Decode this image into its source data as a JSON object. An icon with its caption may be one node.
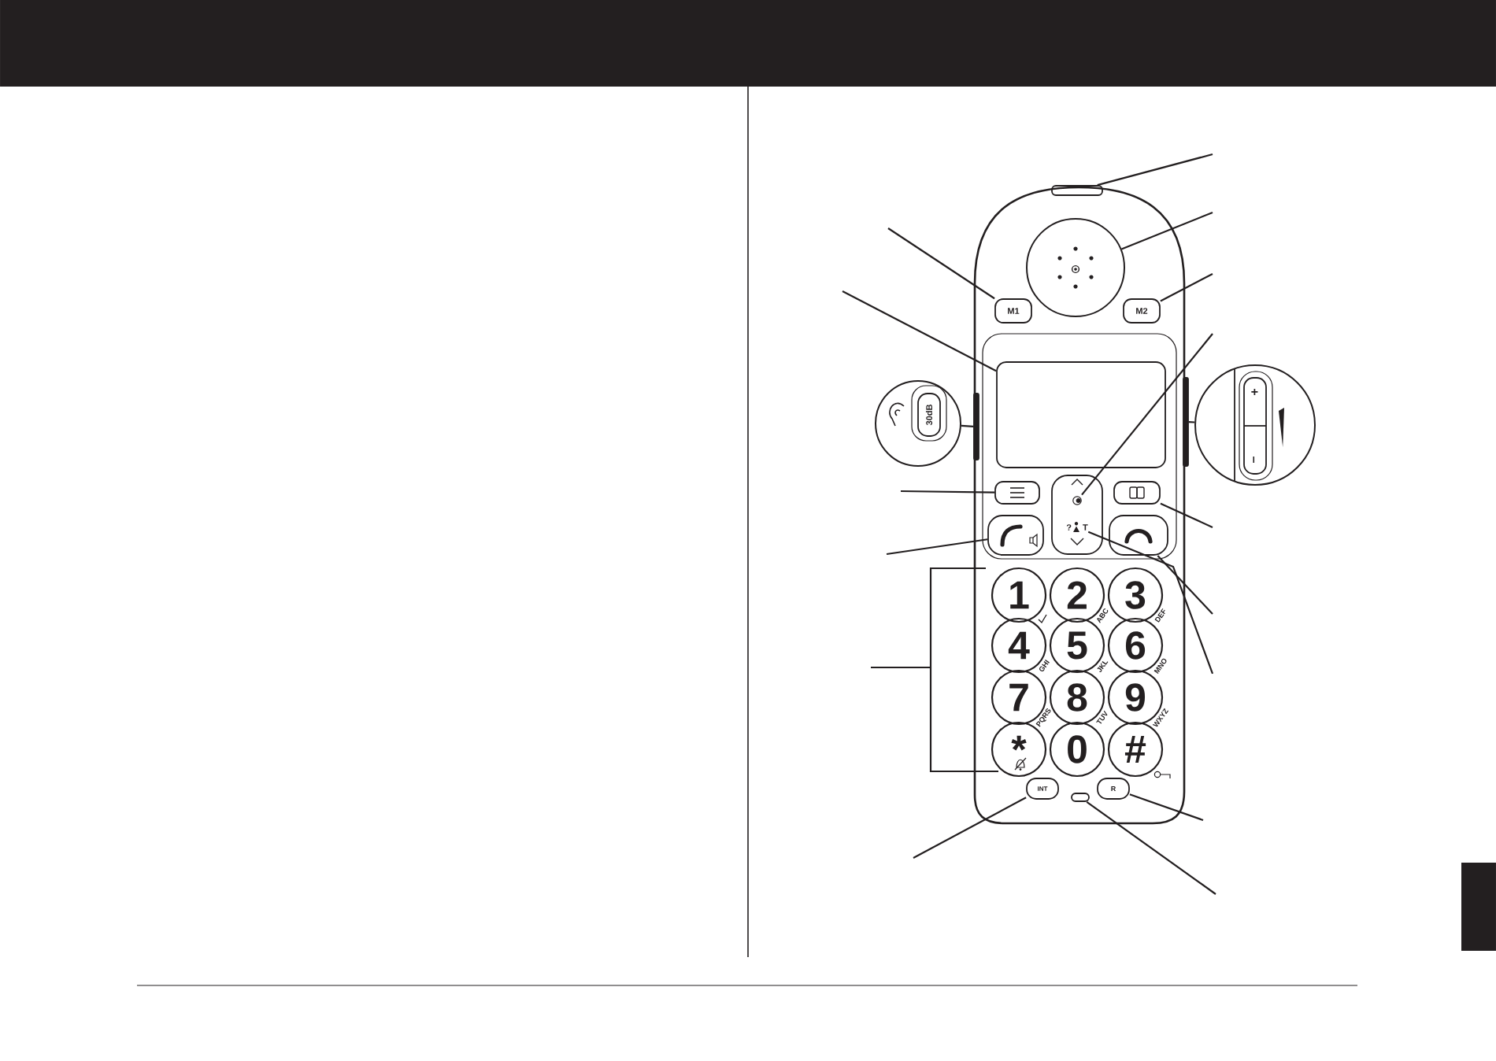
{
  "diagram": {
    "nodes": [
      {
        "text": [],
        "shape": "bar"
      },
      {
        "text": [],
        "shape": "circle"
      },
      {
        "text": [
          "M1"
        ]
      },
      {
        "text": [
          "M2"
        ]
      },
      {
        "text": [],
        "shape": "box"
      },
      {
        "text": [],
        "shape": "circle"
      },
      {
        "text": [
          "30dB"
        ],
        "in": 5
      },
      {
        "text": [],
        "shape": "bar"
      },
      {
        "text": [],
        "shape": "circle"
      },
      {
        "text": [
          "+",
          "–"
        ],
        "in": 8
      },
      {
        "text": [],
        "shape": "bar"
      },
      {
        "text": [],
        "shape": "box"
      },
      {
        "text": [],
        "shape": "box"
      },
      {
        "text": [],
        "shape": "picture",
        "in": 12
      },
      {
        "text": [
          "?",
          "T"
        ],
        "in": 12
      },
      {
        "text": [],
        "shape": "box"
      },
      {
        "text": [],
        "shape": "box"
      },
      {
        "text": [],
        "shape": "box"
      },
      {
        "text": [
          "1"
        ]
      },
      {
        "text": [
          "2"
        ],
        "beside": [
          "ABC"
        ]
      },
      {
        "text": [
          "3"
        ],
        "beside": [
          "DEF"
        ]
      },
      {
        "text": [
          "4"
        ],
        "beside": [
          "GHI"
        ]
      },
      {
        "text": [
          "5"
        ],
        "beside": [
          "JKL"
        ]
      },
      {
        "text": [
          "6"
        ],
        "beside": [
          "MNO"
        ]
      },
      {
        "text": [
          "7"
        ],
        "beside": [
          "PQRS"
        ]
      },
      {
        "text": [
          "8"
        ],
        "beside": [
          "TUV"
        ]
      },
      {
        "text": [
          "9"
        ],
        "beside": [
          "WXYZ"
        ]
      },
      {
        "text": [
          "*"
        ]
      },
      {
        "text": [
          "0"
        ]
      },
      {
        "text": [
          "#"
        ]
      },
      {
        "text": [
          "INT"
        ]
      },
      {
        "text": [],
        "shape": "bar"
      },
      {
        "text": [
          "R"
        ]
      }
    ],
    "edges": [
      {
        "from": null,
        "to": 0,
        "arrow": "none"
      },
      {
        "from": null,
        "to": 1,
        "arrow": "none"
      },
      {
        "from": null,
        "to": 2,
        "arrow": "none"
      },
      {
        "from": null,
        "to": 3,
        "arrow": "none"
      },
      {
        "from": null,
        "to": 4,
        "arrow": "none"
      },
      {
        "from": 5,
        "to": 7,
        "arrow": "none"
      },
      {
        "from": 8,
        "to": 10,
        "arrow": "none"
      },
      {
        "from": null,
        "to": 13,
        "arrow": "none"
      },
      {
        "from": null,
        "to": 11,
        "arrow": "none"
      },
      {
        "from": null,
        "to": 15,
        "arrow": "none"
      },
      {
        "from": null,
        "to": 16,
        "arrow": "none"
      },
      {
        "from": null,
        "to": 17,
        "arrow": "none"
      },
      {
        "from": null,
        "to": 14,
        "arrow": "none"
      },
      {
        "from": null,
        "to": 30,
        "arrow": "none"
      },
      {
        "from": null,
        "to": 32,
        "arrow": "none"
      },
      {
        "from": null,
        "to": 31,
        "arrow": "none"
      }
    ]
  }
}
